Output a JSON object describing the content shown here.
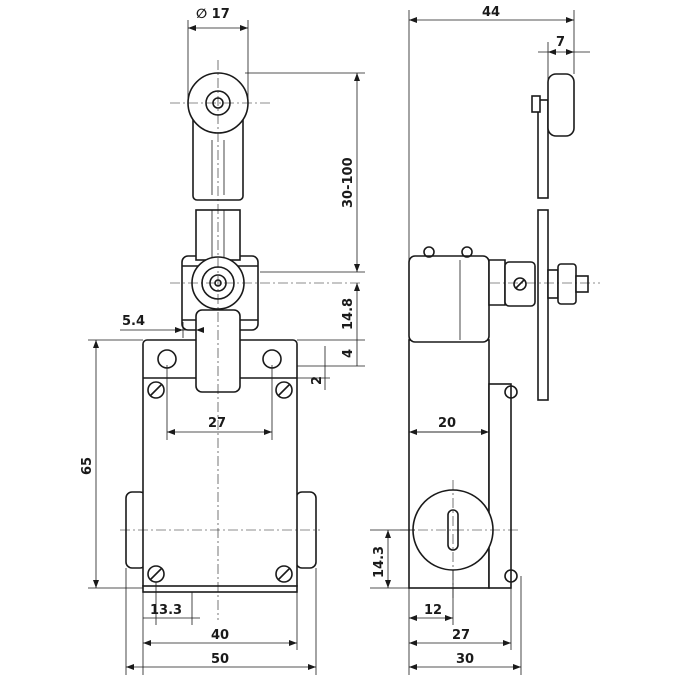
{
  "dimensions": {
    "roller_diameter": "∅ 17",
    "arm_length": "30-100",
    "roller_axis_height": "14.8",
    "flange_thickness": "4",
    "flange_offset": "2",
    "lever_offset": "5.4",
    "hole_spacing_top": "27",
    "body_height": "65",
    "bottom_offset": "13.3",
    "body_inner_width": "40",
    "body_width": "50",
    "side_total_width": "44",
    "roller_width": "7",
    "side_head_depth": "20",
    "cable_height": "14.3",
    "cable_offset": "12",
    "side_depth_inner": "27",
    "side_depth": "30"
  },
  "colors": {
    "line": "#1a1a1a",
    "background": "#ffffff"
  }
}
